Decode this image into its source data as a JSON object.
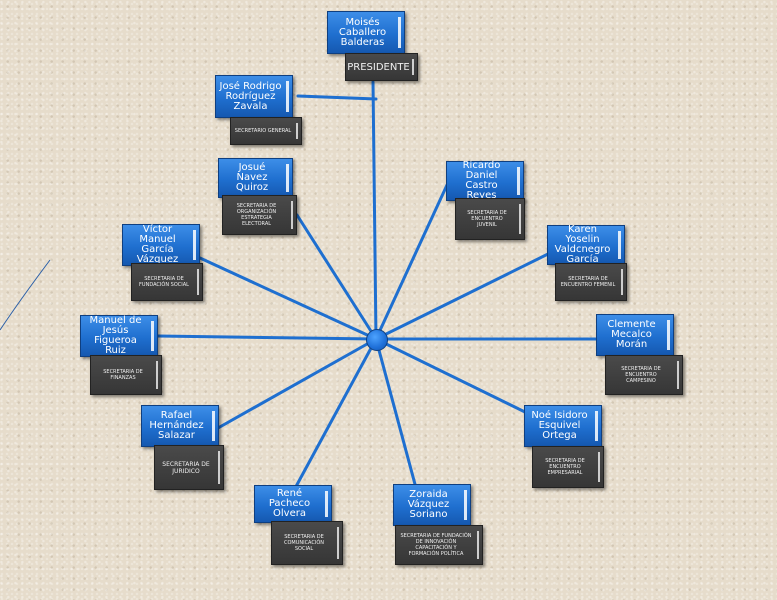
{
  "diagram": {
    "line_color": "#1e6fd0",
    "name_box_color": "#1f6fcf",
    "role_box_color": "#3e3e3e",
    "nodes": [
      {
        "id": "presidente",
        "name": "Moisés\nCaballero\nBalderas",
        "role": "PRESIDENTE"
      },
      {
        "id": "jose-rodrigo",
        "name": "José Rodrigo\nRodríguez\nZavala",
        "role": "SECRETARIO GENERAL"
      },
      {
        "id": "josue-navez",
        "name": "Josué Navez\nQuiroz",
        "role": "SECRETARIA DE\nORGANIZACIÓN\nESTRATEGIA ELECTORAL"
      },
      {
        "id": "victor-manuel",
        "name": "Víctor Manuel\nGarcía\nVázquez",
        "role": "SECRETARIA DE\nFUNDACIÓN SOCIAL"
      },
      {
        "id": "manuel-de-jesus",
        "name": "Manuel de\nJesús\nFigueroa Ruiz",
        "role": "SECRETARIA DE\nFINANZAS"
      },
      {
        "id": "rafael-hernandez",
        "name": "Rafael\nHernández\nSalazar",
        "role": "SECRETARIA DE\nJURIDICO"
      },
      {
        "id": "rene-pacheco",
        "name": "René Pacheco\nOlvera",
        "role": "SECRETARIA DE\nCOMUNICACIÓN\nSOCIAL"
      },
      {
        "id": "zoraida-vazquez",
        "name": "Zoraida\nVázquez\nSoriano",
        "role": "SECRETARIA DE FUNDACIÓN\nDE INNOVACIÓN\nCAPACITACIÓN Y\nFORMACIÓN POLÍTICA"
      },
      {
        "id": "noe-isidoro",
        "name": "Noé Isidoro\nEsquivel\nOrtega",
        "role": "SECRETARIA DE\nENCUENTRO\nEMPRESARIAL"
      },
      {
        "id": "clemente-mecalco",
        "name": "Clemente\nMecalco\nMorán",
        "role": "SECRETARIA DE\nENCUENTRO\nCAMPESINO"
      },
      {
        "id": "karen-yoselin",
        "name": "Karen Yoselin\nValdcnegro\nGarcía",
        "role": "SECRETARIA DE\nENCUENTRO FEMENIL"
      },
      {
        "id": "ricardo-daniel",
        "name": "Ricardo Daniel\nCastro Reyes",
        "role": "SECRETARIA DE\nENCUENTRO\nJUVENIL"
      }
    ]
  }
}
